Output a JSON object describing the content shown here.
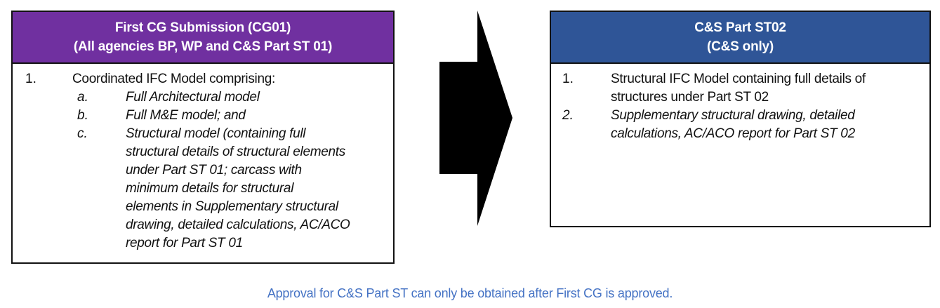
{
  "left_box": {
    "title_line1": "First CG Submission (CG01)",
    "title_line2": "(All agencies BP, WP and C&S Part ST 01)",
    "item1": {
      "num": "1.",
      "lines": [
        "Coordinated IFC Model comprising:"
      ]
    },
    "sub_items": [
      {
        "letter": "a.",
        "lines": [
          "Full Architectural model"
        ]
      },
      {
        "letter": "b.",
        "lines": [
          "Full M&E model; and"
        ]
      },
      {
        "letter": "c.",
        "lines": [
          "Structural model (containing full",
          "structural details of structural elements",
          "under Part ST 01; carcass with",
          "minimum details for structural",
          "elements in Supplementary structural",
          "drawing, detailed calculations, AC/ACO",
          "report for Part ST 01"
        ]
      }
    ]
  },
  "right_box": {
    "title_line1": "C&S Part ST02",
    "title_line2": "(C&S only)",
    "items": [
      {
        "num": "1.",
        "lines": [
          "Structural IFC Model containing full details of",
          "structures under Part ST 02"
        ]
      },
      {
        "num": "2.",
        "lines": [
          "Supplementary structural drawing, detailed",
          "calculations, AC/ACO report for Part ST 02"
        ]
      }
    ]
  },
  "caption": "Approval for C&S Part ST can only be obtained after First CG is approved.",
  "colors": {
    "left_header": "#7030A0",
    "right_header": "#2F5597",
    "caption": "#4472C4"
  }
}
